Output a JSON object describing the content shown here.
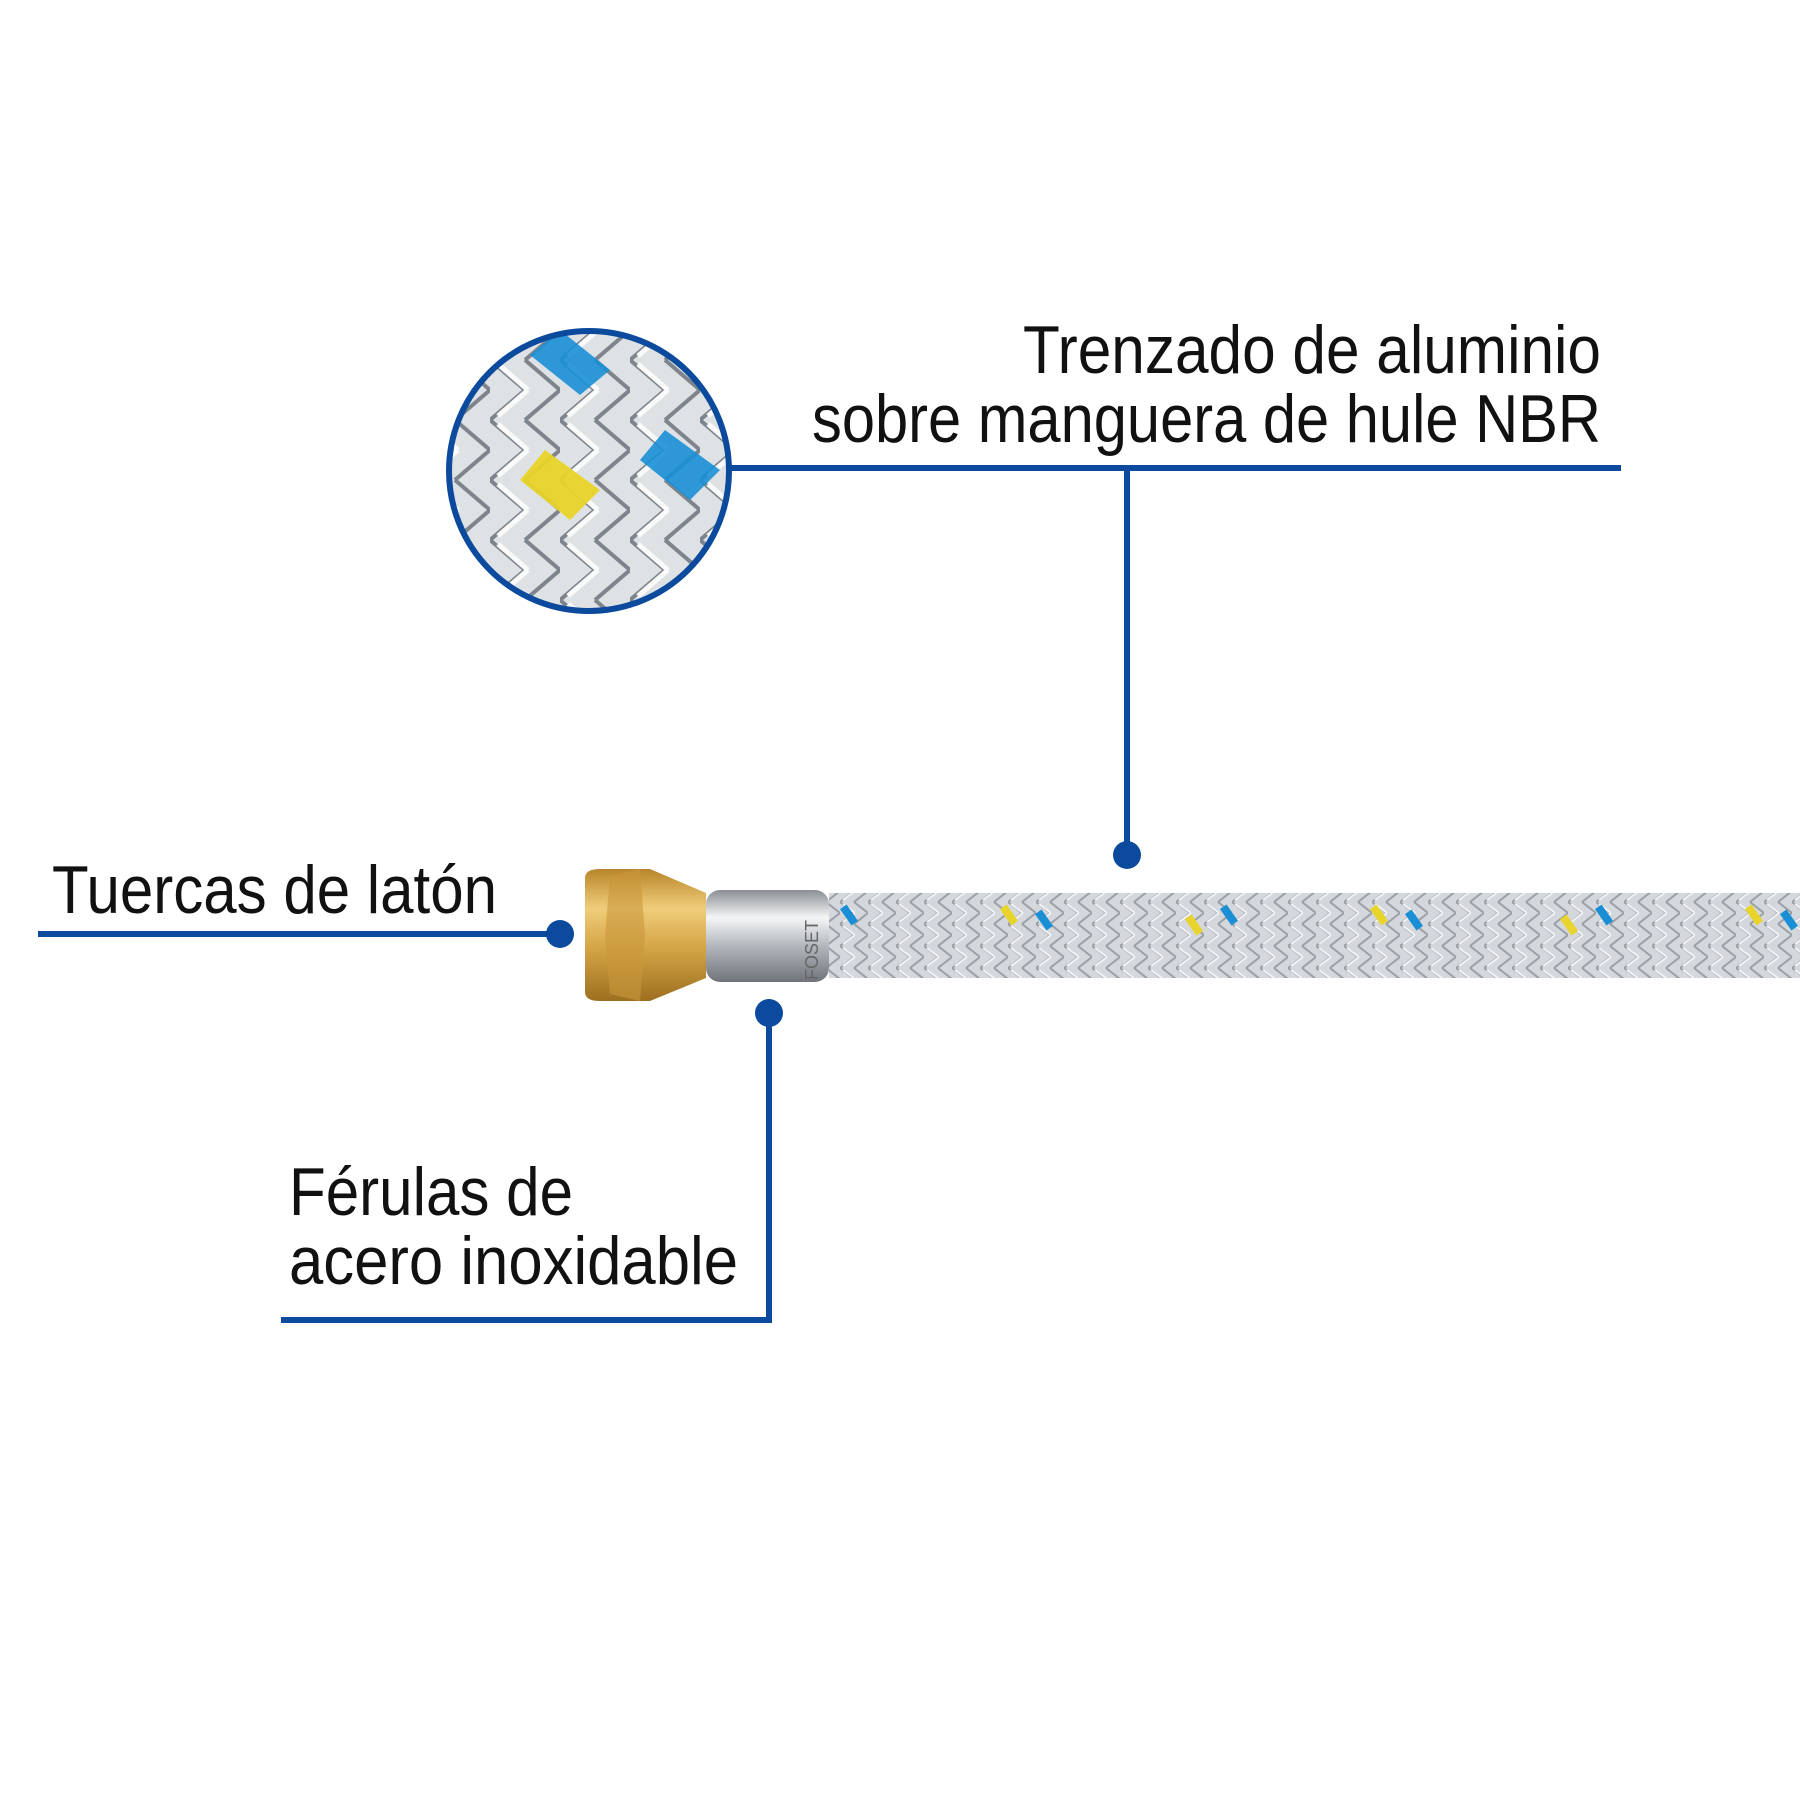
{
  "labels": {
    "braid_line1": "Trenzado de aluminio",
    "braid_line2": "sobre manguera de hule NBR",
    "nut": "Tuercas de latón",
    "ferrule_line1": "Férulas de",
    "ferrule_line2": "acero inoxidable"
  },
  "ferrule_stamp": "FOSET",
  "colors": {
    "callout_blue": "#0b4a9c",
    "brass": "#d9a94a",
    "braid_silver": "#c9cdd2",
    "stripe_blue": "#1a8fd6",
    "stripe_yellow": "#e8d42a"
  },
  "icons": [
    "braid-detail-magnifier",
    "hose-illustration"
  ]
}
